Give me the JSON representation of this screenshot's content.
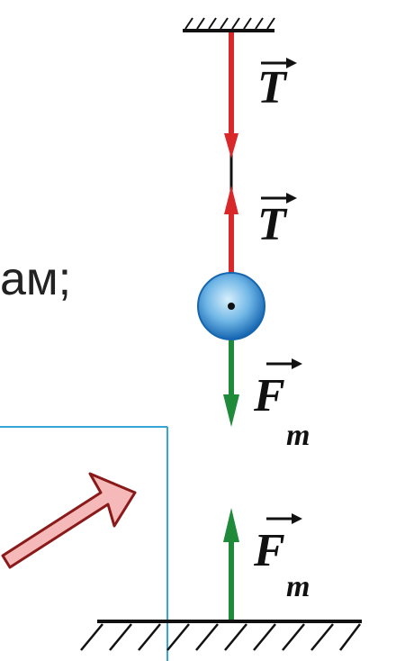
{
  "text": {
    "partial_line": "ам;"
  },
  "labels": {
    "tension_top": "T",
    "tension_bottom": "T",
    "force_lower": "F",
    "force_lower_sub": "m",
    "force_ground": "F",
    "force_ground_sub": "m"
  },
  "colors": {
    "tension": "#d8282a",
    "force": "#1f8a3a",
    "ball_edge": "#1565b0",
    "ball_center": "#bfe2f7",
    "hint_arrow_fill": "#f6b9b9",
    "hint_arrow_stroke": "#8a1a1a",
    "panel_border": "#35a6d6",
    "ink": "#111111"
  },
  "icons": {
    "ceiling": "hatched-support-icon",
    "floor": "hatched-ground-icon",
    "hint": "diagonal-arrow-icon"
  }
}
